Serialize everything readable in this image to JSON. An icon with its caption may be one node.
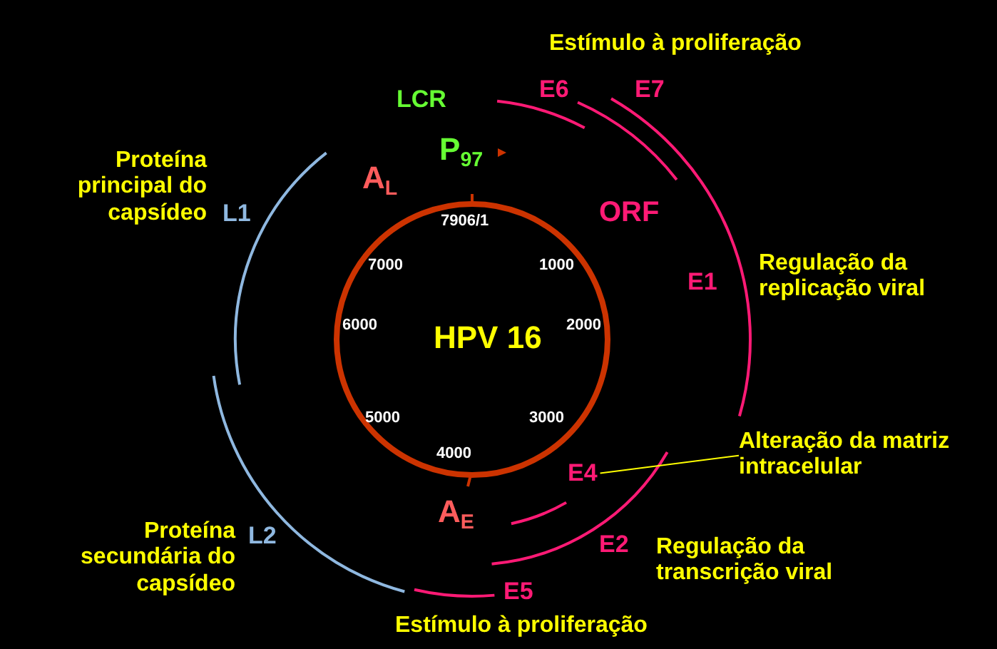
{
  "diagram": {
    "nodes": [
      {
        "text": [
          "Alteração da matriz intracelular"
        ]
      },
      {
        "text": [
          "E4"
        ]
      }
    ],
    "edges": [
      {
        "from": 0,
        "to": 1,
        "arrow": "none"
      }
    ],
    "labels": [
      "Estímulo à proliferação",
      "E6",
      "E7",
      "LCR",
      "Proteína principal do capsídeo",
      "P$_{97}$",
      "A$_{L}$",
      "L1",
      "7906/1",
      "ORF",
      "7000",
      "1000",
      "Regulação da replicação viral",
      "E1",
      "6000",
      "HPV 16",
      "2000",
      "5000",
      "3000",
      "4000",
      "A$_{E}$",
      "Proteína secundária do capsídeo",
      "L2",
      "E2",
      "Regulação da transcrição viral",
      "E5",
      "Estímulo à proliferação"
    ]
  }
}
